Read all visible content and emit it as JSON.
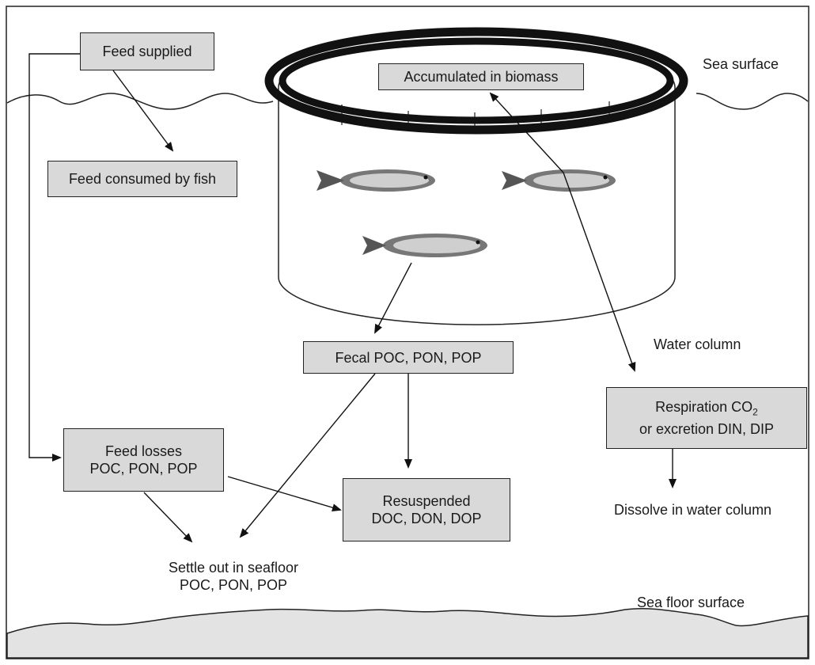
{
  "labels": {
    "sea_surface": "Sea surface",
    "water_column": "Water column",
    "sea_floor_surface": "Sea floor surface",
    "dissolve": "Dissolve in water column",
    "settle_line1": "Settle out in seafloor",
    "settle_line2": "POC, PON, POP"
  },
  "boxes": {
    "feed_supplied": "Feed supplied",
    "feed_consumed": "Feed consumed by fish",
    "accumulated": "Accumulated in biomass",
    "fecal": "Fecal POC, PON, POP",
    "feed_losses_line1": "Feed losses",
    "feed_losses_line2": "POC, PON, POP",
    "resuspended_line1": "Resuspended",
    "resuspended_line2": "DOC, DON, DOP",
    "respiration_line1_main": "Respiration CO",
    "respiration_line1_sub": "2",
    "respiration_line2": "or excretion DIN, DIP"
  },
  "colors": {
    "box_fill": "#d9d9d9",
    "seafloor_fill": "#e3e3e3",
    "stroke": "#222222"
  }
}
